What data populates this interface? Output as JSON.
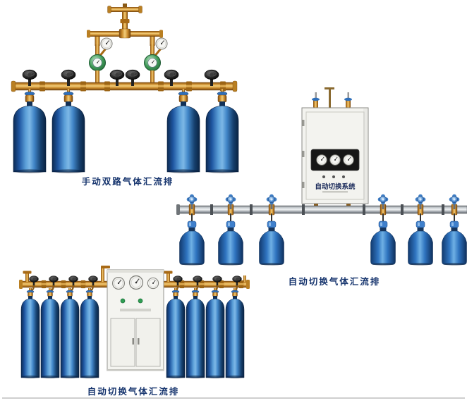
{
  "page": {
    "background_color": "#ffffff"
  },
  "products": [
    {
      "name": "manual-dual-line-gas-manifold",
      "caption": "手动双路气体汇流排",
      "cylinder_count": 4
    },
    {
      "name": "auto-switch-gas-manifold-wall-cabinet",
      "caption": "自动切换气体汇流排",
      "cabinet_label": "自动切换系统",
      "cylinder_count": 6
    },
    {
      "name": "auto-switch-gas-manifold-floor-cabinet",
      "caption": "自动切换气体汇流排",
      "cylinder_count": 8
    }
  ],
  "colors": {
    "caption_text": "#17356e",
    "cylinder_blue": "#2a6ab5",
    "brass": "#c8882a",
    "steel_pipe": "#aab0b5",
    "cabinet_body": "#f3f3ef"
  }
}
